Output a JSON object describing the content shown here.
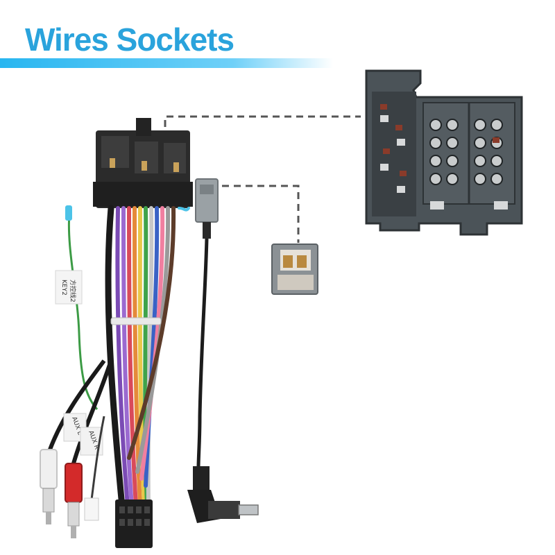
{
  "header": {
    "title": "Wires Sockets",
    "accent_color": "#2aa3dc",
    "bar_color": "#29b6f0"
  },
  "labels": {
    "key_tag_line1": "KEY2",
    "key_tag_line2": "方控线2",
    "aux_left": "AUX L",
    "aux_right": "AUX R"
  },
  "icons": [
    "iso-harness-plug",
    "iso-socket-closeup",
    "antenna-plug",
    "antenna-socket-closeup",
    "rca-white-plug",
    "rca-red-plug",
    "din-antenna-adapter"
  ]
}
